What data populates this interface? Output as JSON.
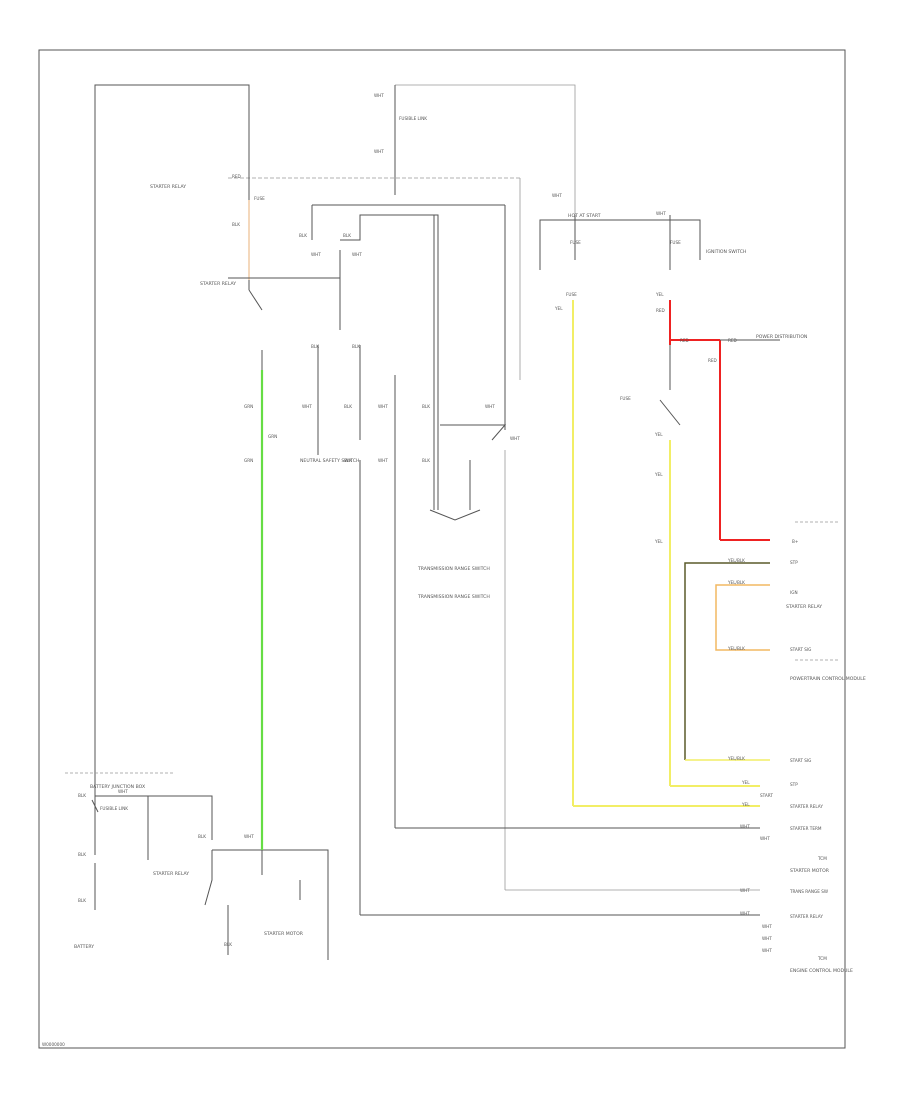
{
  "diagram_code": "W0000000",
  "colors": {
    "wire": "#555555",
    "green": "#66dd44",
    "yellow": "#f2ee66",
    "red": "#ee2222",
    "orange": "#f2b862",
    "olive": "#5a5a2a",
    "tan": "#e8b078"
  },
  "labels": {
    "wt_top": "WHT",
    "fuse_link_top": "FUSIBLE LINK",
    "wt_top2": "WHT",
    "starter_relay_top": "STARTER RELAY",
    "red_a": "RED",
    "fuse_a": "FUSE",
    "blk_a": "BLK",
    "starter_relay_mid": "STARTER RELAY",
    "blk_b": "BLK",
    "blk_c": "BLK",
    "wht_c": "WHT",
    "wht_d": "WHT",
    "grn_a": "GRN",
    "grn_b": "GRN",
    "grn_c": "GRN",
    "blk_d": "BLK",
    "blk_e": "BLK",
    "wht_e": "WHT",
    "blk_f": "BLK",
    "blk_g": "BLK",
    "wht_f": "WHT",
    "wht_g": "WHT",
    "wht_h": "WHT",
    "wht_i": "WHT",
    "blk_h": "BLK",
    "blk_i": "BLK",
    "ground_label": "NEUTRAL SAFETY SWITCH",
    "trans_switch_1": "TRANSMISSION RANGE SWITCH",
    "trans_switch_2": "TRANSMISSION RANGE SWITCH",
    "yel_a": "YEL",
    "fuse_b": "FUSE",
    "fuse_c": "FUSE",
    "wht_j": "WHT",
    "hot_start": "HOT AT START",
    "fuse_d": "FUSE",
    "wht_k": "WHT",
    "ignition_switch": "IGNITION SWITCH",
    "yel_b": "YEL",
    "red_b": "RED",
    "red_c": "RED",
    "red_d": "RED",
    "red_e": "RED",
    "power_dist": "POWER DISTRIBUTION",
    "fuse_e": "FUSE",
    "yel_c": "YEL",
    "yel_d": "YEL",
    "yel_e": "YEL",
    "pcm_b": "B+",
    "ylw_blk_a": "YEL/BLK",
    "ylw_blk_b": "YEL/BLK",
    "ylw_blk_c": "YEL/BLK",
    "ylw_blk_d": "YEL/BLK",
    "stp": "STP",
    "ign": "IGN",
    "start_relay_right": "STARTER RELAY",
    "start_sig": "START SIG",
    "pcm_label": "POWERTRAIN CONTROL MODULE",
    "start_sig2": "START SIG",
    "yel_f": "YEL",
    "yel_g": "YEL",
    "wht_l": "WHT",
    "wht_m": "WHT",
    "stp_b": "STP",
    "start_b": "START",
    "starter_relay_r2": "STARTER RELAY",
    "starter_term": "STARTER TERM",
    "tcm": "TCM",
    "wht_n": "WHT",
    "wht_o": "WHT",
    "starter_motor_r": "STARTER MOTOR",
    "wht_p": "WHT",
    "trans_r": "TRANS RANGE SW",
    "wht_q": "WHT",
    "wht_r": "WHT",
    "starter_relay_r3": "STARTER RELAY",
    "tcm_b": "TCM",
    "engine_control": "ENGINE CONTROL MODULE",
    "battery_junction": "BATTERY JUNCTION BOX",
    "blk_j": "BLK",
    "wht_s": "WHT",
    "fusible_link_b": "FUSIBLE LINK",
    "blk_k": "BLK",
    "starter_relay_b": "STARTER RELAY",
    "blk_l": "BLK",
    "wht_t": "WHT",
    "blk_m": "BLK",
    "battery": "BATTERY",
    "blk_n": "BLK",
    "starter_motor": "STARTER MOTOR"
  }
}
